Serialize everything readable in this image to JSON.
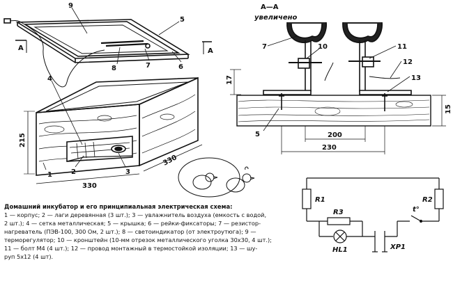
{
  "box_view": {
    "callouts": [
      "1",
      "2",
      "3",
      "4",
      "5",
      "6",
      "7",
      "8",
      "9"
    ],
    "section_mark": "А",
    "dimensions": {
      "height": "215",
      "length": "330",
      "width": "330"
    }
  },
  "section_view": {
    "title": "А—А",
    "subtitle": "увеличено",
    "callouts": [
      "5",
      "7",
      "10",
      "11",
      "12",
      "13"
    ],
    "dimensions": {
      "bracket_height": "17",
      "board_thickness": "15",
      "inner_span": "200",
      "outer_span": "230"
    }
  },
  "circuit": {
    "labels": {
      "r1": "R1",
      "r2": "R2",
      "r3": "R3",
      "lamp": "HL1",
      "thermo": "t°",
      "plug": "XP1"
    }
  },
  "caption": {
    "title": "Домашний инкубатор и его принципиальная электрическая схема:",
    "lines": [
      "1 — корпус; 2 — лаги деревянная (3 шт.); 3 — увлажнитель воздуха (емкость с водой,",
      "2 шт.); 4 — сетка металлическая; 5 — крышка; 6 — рейки-фиксаторы; 7 — резистор-",
      "нагреватель (ПЭВ-100, 300 Ом, 2 шт.); 8 — светоиндикатор (от электроутюга); 9 —",
      "терморегулятор; 10 — кронштейн (10-мм отрезок металлического уголка 30х30, 4 шт.);",
      "11 — болт М4 (4 шт.); 12 — провод монтажный в термостойкой изоляции; 13 — шу-",
      "руп 5х12 (4 шт)."
    ]
  }
}
